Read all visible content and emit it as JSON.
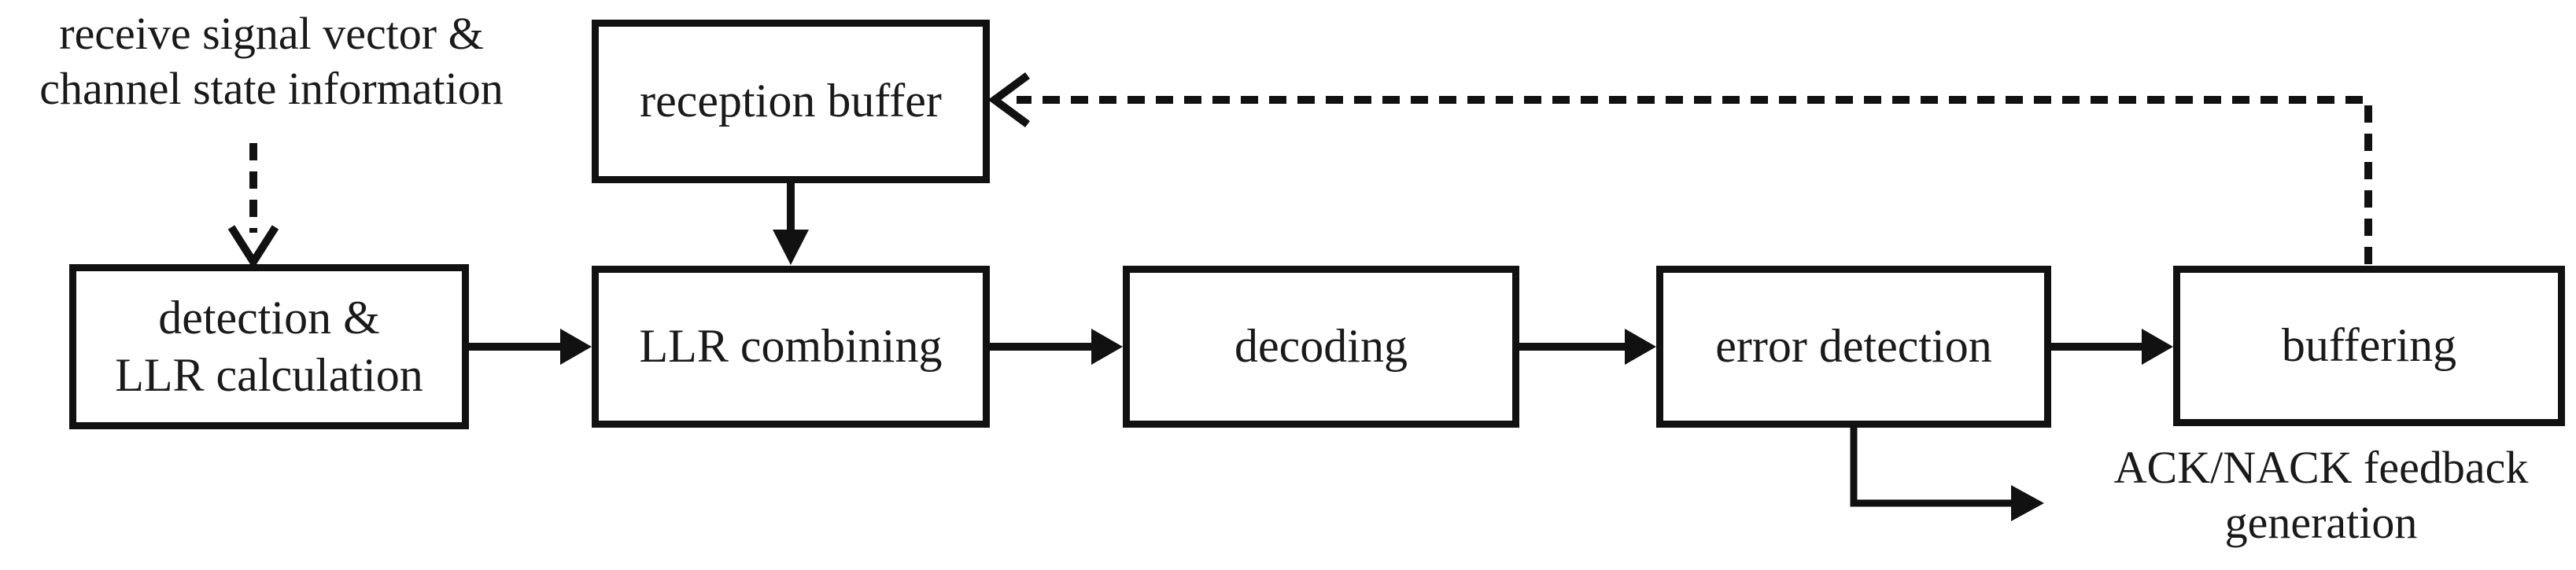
{
  "diagram": {
    "type": "block-diagram",
    "colors": {
      "line": "#111111",
      "text": "#1a1a1a",
      "background": "#ffffff"
    },
    "annotations": {
      "input": {
        "line1": "receive signal vector &",
        "line2": "channel state information"
      },
      "output": {
        "line1": "ACK/NACK feedback",
        "line2": "generation"
      }
    },
    "boxes": {
      "reception_buffer": {
        "label": "reception buffer"
      },
      "detection_llr": {
        "line1": "detection &",
        "line2": "LLR calculation"
      },
      "llr_combining": {
        "label": "LLR combining"
      },
      "decoding": {
        "label": "decoding"
      },
      "error_detection": {
        "label": "error detection"
      },
      "buffering": {
        "label": "buffering"
      }
    },
    "connectors": {
      "input_to_detection": "dashed arrow, open head, downward",
      "reception_buffer_to_llr_combining": "solid arrow, filled head, downward",
      "detection_to_llr_combining": "solid arrow, filled head, rightward",
      "llr_combining_to_decoding": "solid arrow, filled head, rightward",
      "decoding_to_error_detection": "solid arrow, filled head, rightward",
      "error_detection_to_buffering": "solid arrow, filled head, rightward",
      "error_detection_to_ack_nack": "solid arrow, filled head, down then right",
      "buffering_to_reception_buffer": "dashed feedback arrow, open head, up then left"
    }
  }
}
